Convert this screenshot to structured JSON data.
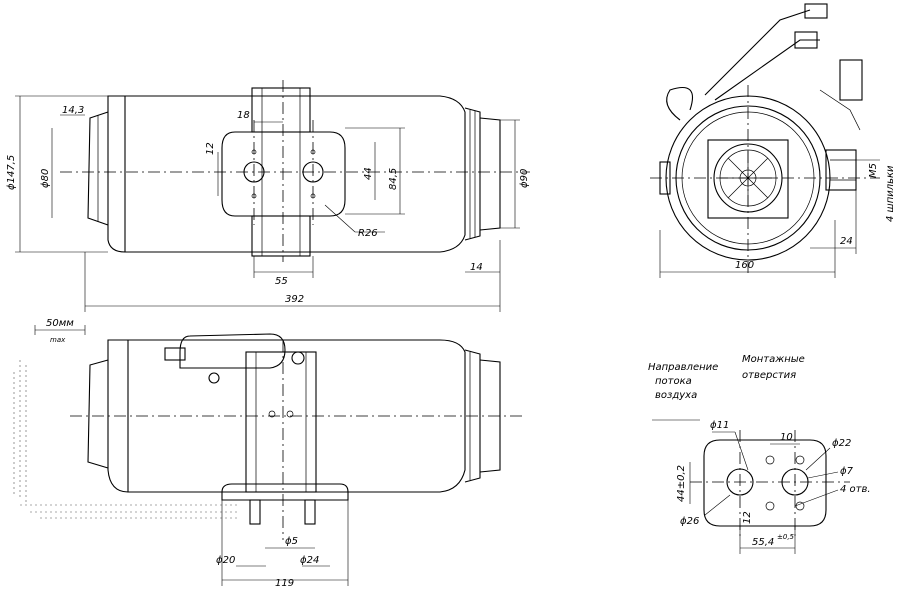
{
  "top_view": {
    "dims": {
      "d1475": "ϕ147,5",
      "d143": "14,3",
      "d80": "ϕ80",
      "d18": "18",
      "d12": "12",
      "d44": "44",
      "d845": "84,5",
      "d90": "ϕ90",
      "r26": "R26",
      "d55": "55",
      "d14": "14",
      "d392": "392"
    }
  },
  "front_view": {
    "dims": {
      "d160": "160",
      "d24": "24",
      "m5": "M5",
      "studs": "4 шпильки"
    }
  },
  "side_view": {
    "scale_value": "50мм",
    "scale_sub": "max",
    "dims": {
      "d20": "ϕ20",
      "d5": "ϕ5",
      "d24": "ϕ24",
      "d119": "119"
    }
  },
  "mounting": {
    "flow_label": [
      "Направление",
      "потока",
      "воздуха"
    ],
    "holes_label": [
      "Монтажные",
      "отверстия"
    ],
    "dims": {
      "d11": "ϕ11",
      "d10": "10",
      "d22": "ϕ22",
      "d7": "ϕ7",
      "holes4": "4 отв.",
      "d44": "44±0,2",
      "d26": "ϕ26",
      "d12": "12",
      "d554": "55,4",
      "tol": "±0,5"
    }
  }
}
